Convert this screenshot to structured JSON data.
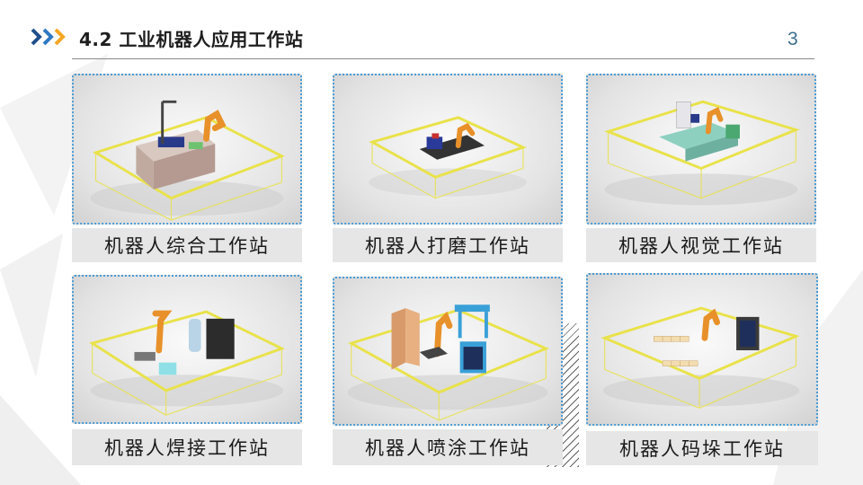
{
  "header": {
    "title": "4.2 工业机器人应用工作站",
    "page_number": "3",
    "chevron_icon": "triple-chevron-right-icon",
    "chevron_colors": [
      "#1f4e8c",
      "#2f78c4",
      "#f5a623"
    ]
  },
  "colors": {
    "frame_border": "#4a9bd4",
    "fence": "#e9e24a",
    "robot": "#e8912a",
    "label_bg": "#e6e6e6"
  },
  "stations": [
    {
      "label": "机器人综合工作站"
    },
    {
      "label": "机器人打磨工作站"
    },
    {
      "label": "机器人视觉工作站"
    },
    {
      "label": "机器人焊接工作站"
    },
    {
      "label": "机器人喷涂工作站"
    },
    {
      "label": "机器人码垛工作站"
    }
  ]
}
